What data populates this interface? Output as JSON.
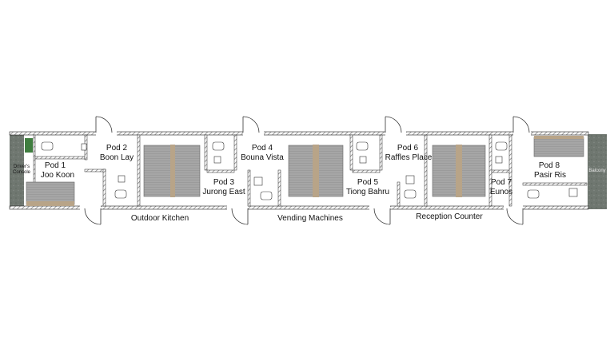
{
  "pods": [
    {
      "name": "Pod 1",
      "station": "Joo Koon"
    },
    {
      "name": "Pod 2",
      "station": "Boon Lay"
    },
    {
      "name": "Pod 3",
      "station": "Jurong East"
    },
    {
      "name": "Pod 4",
      "station": "Bouna Vista"
    },
    {
      "name": "Pod 5",
      "station": "Tiong Bahru"
    },
    {
      "name": "Pod 6",
      "station": "Raffles Place"
    },
    {
      "name": "Pod 7",
      "station": "Eunos"
    },
    {
      "name": "Pod 8",
      "station": "Pasir Ris"
    }
  ],
  "driver_console": {
    "line1": "Driver's",
    "line2": "Console"
  },
  "balcony": "Balcony",
  "outdoor_areas": [
    "Outdoor Kitchen",
    "Vending Machines",
    "Reception Counter"
  ],
  "colors": {
    "wall": "#1a1a1a",
    "hatch": "#8c8c8c",
    "bed": "#9a9a9a",
    "bed_wood": "#b8a488",
    "balcony": "#707a70",
    "plant": "#3f7d3f",
    "floor": "#ffffff"
  }
}
